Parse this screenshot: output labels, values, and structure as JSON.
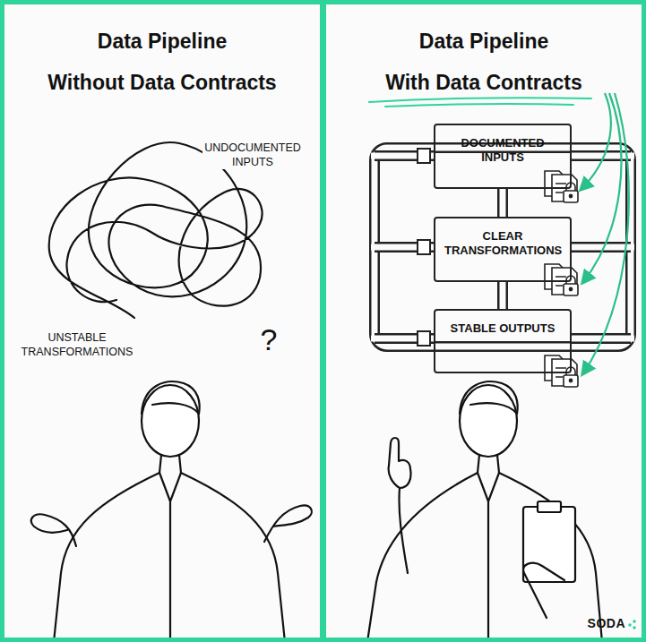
{
  "diagram": {
    "nodes": [
      {
        "text": [
          "Data Pipeline",
          "Without Data Contracts"
        ]
      },
      {
        "text": [
          "Data Pipeline",
          "With Data Contracts"
        ]
      },
      {
        "text": [
          "DOCUMENTED INPUTS"
        ],
        "in": 1
      },
      {
        "text": [
          "CLEAR TRANSFORMATIONS"
        ],
        "in": 1
      },
      {
        "text": [
          "STABLE OUTPUTS"
        ],
        "in": 1
      }
    ],
    "edges": [
      {
        "from": 2,
        "to": 3,
        "arrow": "none"
      },
      {
        "from": 3,
        "to": 4,
        "arrow": "none"
      }
    ],
    "labels": [
      "UNDOCUMENTED INPUTS",
      "UNSTABLE TRANSFORMATIONS",
      "?",
      "SODA"
    ]
  }
}
